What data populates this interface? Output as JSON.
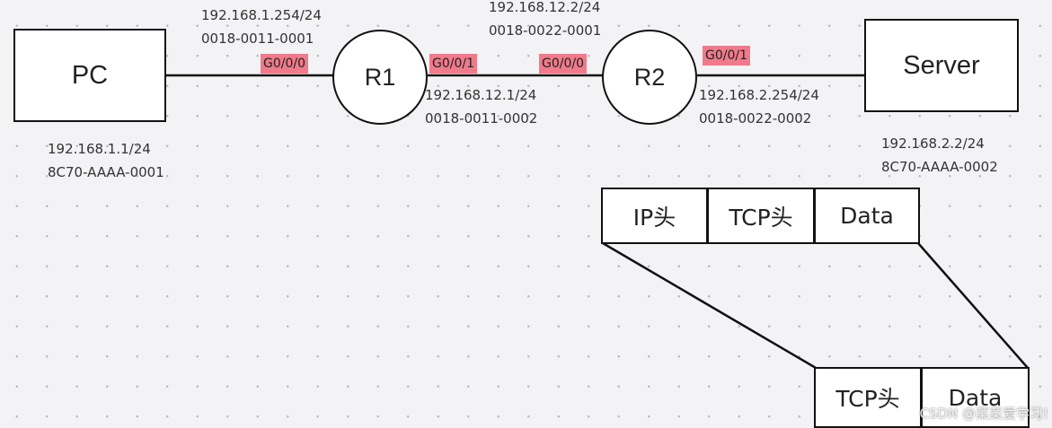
{
  "nodes": {
    "pc": "PC",
    "r1": "R1",
    "r2": "R2",
    "server": "Server"
  },
  "pc_info": {
    "ip": "192.168.1.1/24",
    "mac": "8C70-AAAA-0001"
  },
  "r1_g000": {
    "ip": "192.168.1.254/24",
    "mac": "0018-0011-0001",
    "port": "G0/0/0"
  },
  "r1_g001": {
    "ip": "192.168.12.1/24",
    "mac": "0018-0011-0002",
    "port": "G0/0/1"
  },
  "r2_g000": {
    "ip": "192.168.12.2/24",
    "mac": "0018-0022-0001",
    "port": "G0/0/0"
  },
  "r2_g001": {
    "ip": "192.168.2.254/24",
    "mac": "0018-0022-0002",
    "port": "G0/0/1"
  },
  "server_info": {
    "ip": "192.168.2.2/24",
    "mac": "8C70-AAAA-0002"
  },
  "packet": {
    "ip_header": "IP头",
    "tcp_header": "TCP头",
    "data": "Data"
  },
  "segment": {
    "tcp_header": "TCP头",
    "data": "Data"
  },
  "watermark": "CSDN @菜菜爱学习!",
  "colors": {
    "port_highlight": "#f07a8a",
    "background": "#f3f2f5"
  }
}
